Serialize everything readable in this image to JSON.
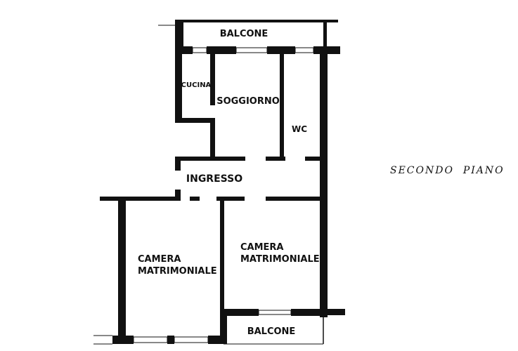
{
  "rooms": {
    "balcone_top": "BALCONE",
    "cucina": "CUCINA",
    "soggiorno": "SOGGIORNO",
    "wc": "WC",
    "ingresso": "INGRESSO",
    "camera_left": [
      "CAMERA",
      "MATRIMONIALE"
    ],
    "camera_right": [
      "CAMERA",
      "MATRIMONIALE"
    ],
    "balcone_bottom": "BALCONE"
  },
  "floor_label": "SECONDO  PIANO",
  "colors": {
    "wall": "#111111",
    "background": "#ffffff"
  }
}
